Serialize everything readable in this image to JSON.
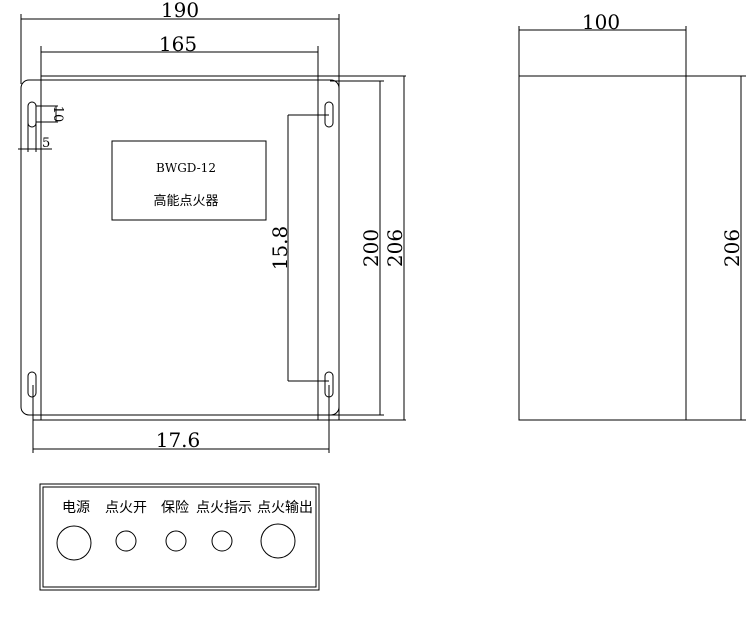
{
  "front_view": {
    "dim_overall_width": "190",
    "dim_inner_width": "165",
    "dim_slot_length": "10",
    "dim_slot_offset": "5",
    "dim_slot_spacing_vertical": "15.8",
    "dim_inner_height": "200",
    "dim_overall_height": "206",
    "dim_slot_spacing_horizontal": "17.6",
    "nameplate": {
      "model": "BWGD-12",
      "name": "高能点火器"
    }
  },
  "side_view": {
    "dim_depth": "100",
    "dim_height": "206"
  },
  "panel": {
    "labels": [
      "电源",
      "点火开",
      "保险",
      "点火指示",
      "点火输出"
    ]
  }
}
